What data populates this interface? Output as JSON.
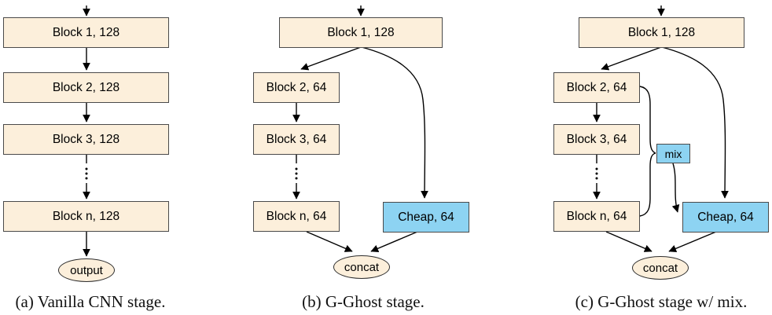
{
  "colors": {
    "background": "#ffffff",
    "block_fill": "#fcefdb",
    "cheap_fill": "#8dd3f2",
    "node_border": "#4a4a4a",
    "ellipse_border": "#2e2e2e",
    "arrow_color": "#000000",
    "caption_color": "#111111"
  },
  "panels": [
    {
      "caption": "(a) Vanilla CNN stage.",
      "nodes": {
        "block1": "Block 1, 128",
        "block2": "Block 2, 128",
        "block3": "Block 3, 128",
        "blockn": "Block n, 128",
        "terminal": "output"
      }
    },
    {
      "caption": "(b) G-Ghost stage.",
      "nodes": {
        "block1": "Block 1, 128",
        "block2": "Block 2, 64",
        "block3": "Block 3, 64",
        "blockn": "Block n, 64",
        "cheap": "Cheap, 64",
        "terminal": "concat"
      }
    },
    {
      "caption": "(c) G-Ghost stage w/ mix.",
      "nodes": {
        "block1": "Block 1, 128",
        "block2": "Block 2, 64",
        "block3": "Block 3, 64",
        "blockn": "Block n, 64",
        "mix": "mix",
        "cheap": "Cheap, 64",
        "terminal": "concat"
      }
    }
  ]
}
